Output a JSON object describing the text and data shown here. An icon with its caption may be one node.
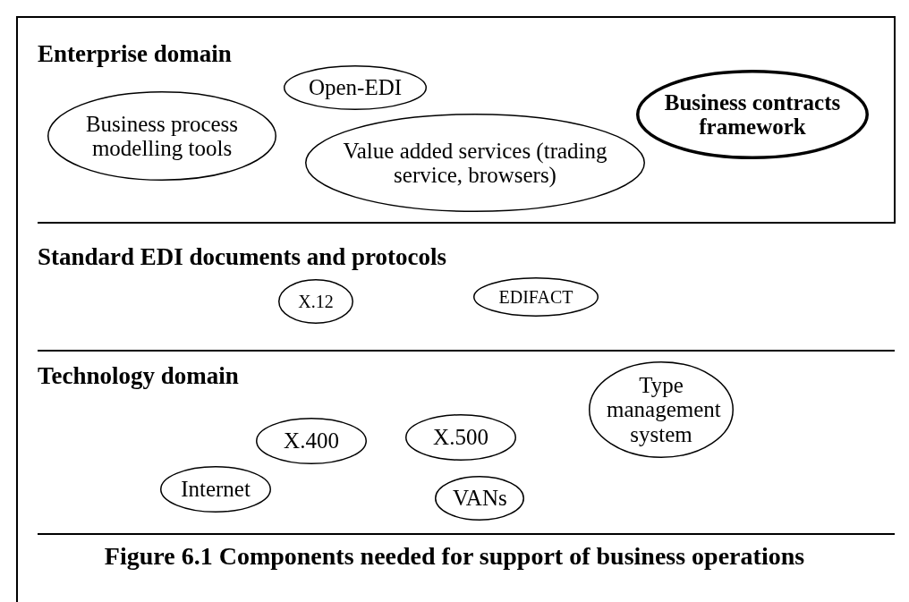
{
  "diagram": {
    "caption": "Figure 6.1 Components needed for support of business operations",
    "nodes": [
      {
        "text": [
          "Enterprise domain"
        ]
      },
      {
        "text": [
          "Open-EDI"
        ],
        "in": 0
      },
      {
        "text": [
          "Business contracts framework"
        ],
        "in": 0
      },
      {
        "text": [
          "Business process modelling tools"
        ],
        "in": 0
      },
      {
        "text": [
          "Value added services (trading service, browsers)"
        ],
        "in": 0
      },
      {
        "text": [
          "Standard EDI documents and protocols"
        ]
      },
      {
        "text": [
          "X.12"
        ],
        "in": 5
      },
      {
        "text": [
          "EDIFACT"
        ],
        "in": 5
      },
      {
        "text": [
          "Technology domain"
        ]
      },
      {
        "text": [
          "Type management system"
        ],
        "in": 8
      },
      {
        "text": [
          "X.400"
        ],
        "in": 8
      },
      {
        "text": [
          "X.500"
        ],
        "in": 8
      },
      {
        "text": [
          "Internet"
        ],
        "in": 8
      },
      {
        "text": [
          "VANs"
        ],
        "in": 8
      }
    ]
  }
}
